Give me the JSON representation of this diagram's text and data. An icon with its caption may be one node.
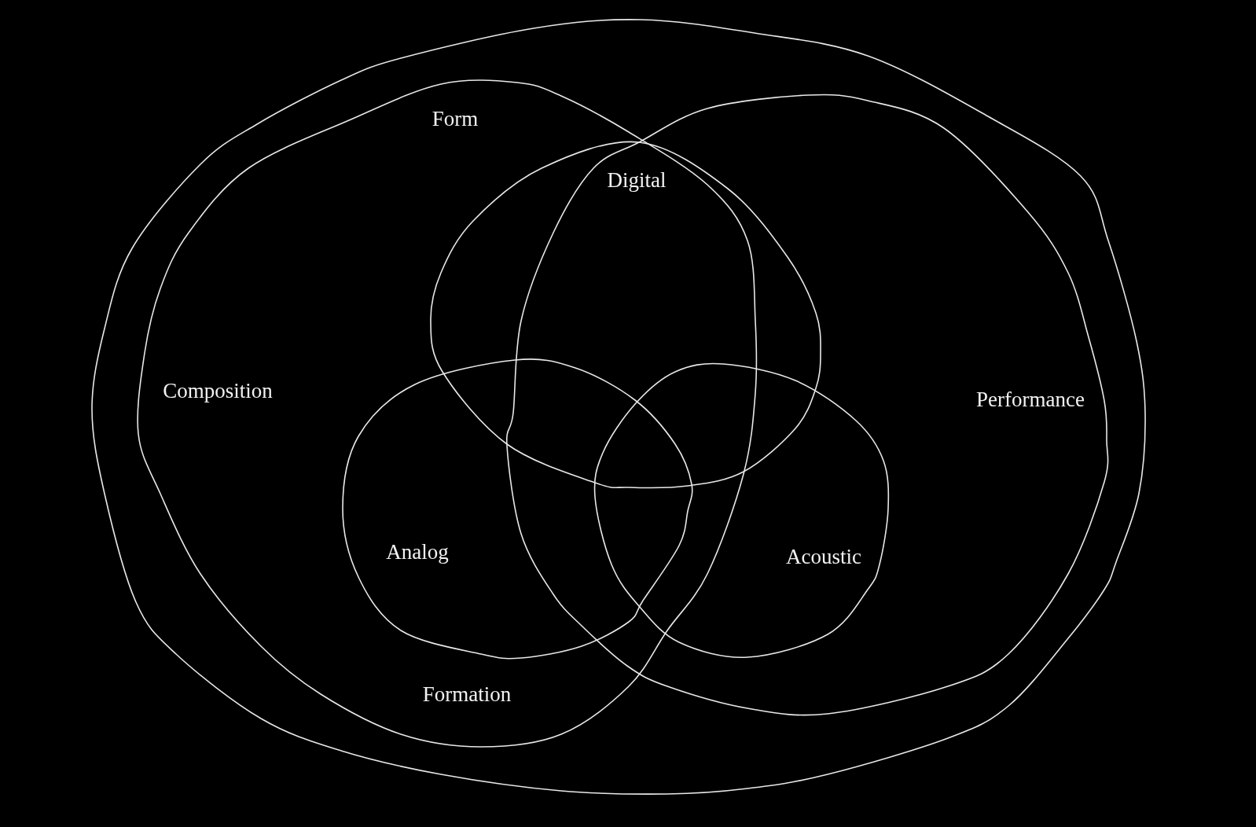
{
  "diagram": {
    "nodes": [
      {
        "text": [],
        "shape": "ellipse"
      },
      {
        "text": [
          "Form",
          "Composition",
          "Formation"
        ],
        "in": 0
      },
      {
        "text": [
          "Digital"
        ],
        "in": 0
      },
      {
        "text": [
          "Performance"
        ],
        "in": 0
      },
      {
        "text": [
          "Analog"
        ],
        "in": 1
      },
      {
        "text": [
          "Acoustic"
        ],
        "in": 3
      }
    ]
  }
}
